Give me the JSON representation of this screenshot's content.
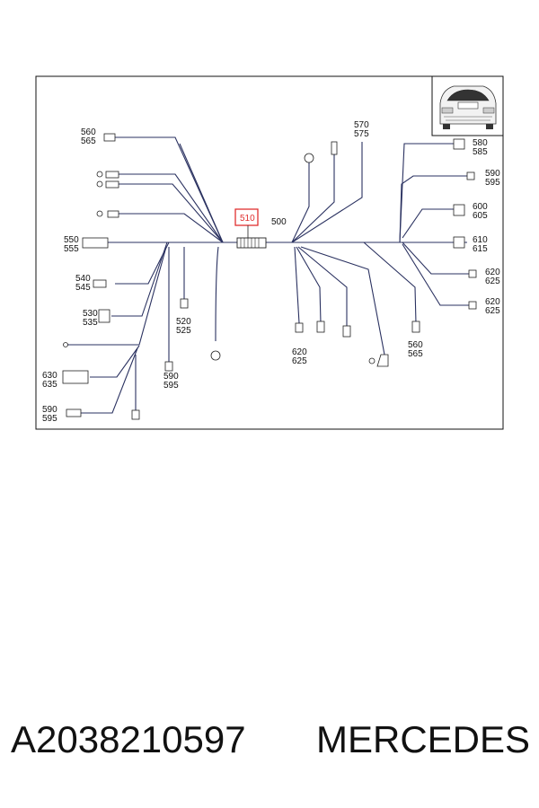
{
  "labels": {
    "l560a": "560",
    "l565a": "565",
    "l570": "570",
    "l575": "575",
    "l580": "580",
    "l585": "585",
    "l590a": "590",
    "l595a": "595",
    "l600": "600",
    "l605": "605",
    "l610": "610",
    "l615": "615",
    "l620a": "620",
    "l625a": "625",
    "l620b": "620",
    "l625b": "625",
    "l510": "510",
    "l500": "500",
    "l550": "550",
    "l555": "555",
    "l540": "540",
    "l545": "545",
    "l530": "530",
    "l535": "535",
    "l520": "520",
    "l525": "525",
    "l590b": "590",
    "l595b": "595",
    "l630": "630",
    "l635": "635",
    "l590c": "590",
    "l595c": "595",
    "l620c": "620",
    "l625c": "625",
    "l560b": "560",
    "l565b": "565"
  },
  "caption": {
    "part_number": "A2038210597",
    "brand": "MERCEDES"
  },
  "colors": {
    "wire": "#2a3160",
    "highlight": "#e03030"
  }
}
